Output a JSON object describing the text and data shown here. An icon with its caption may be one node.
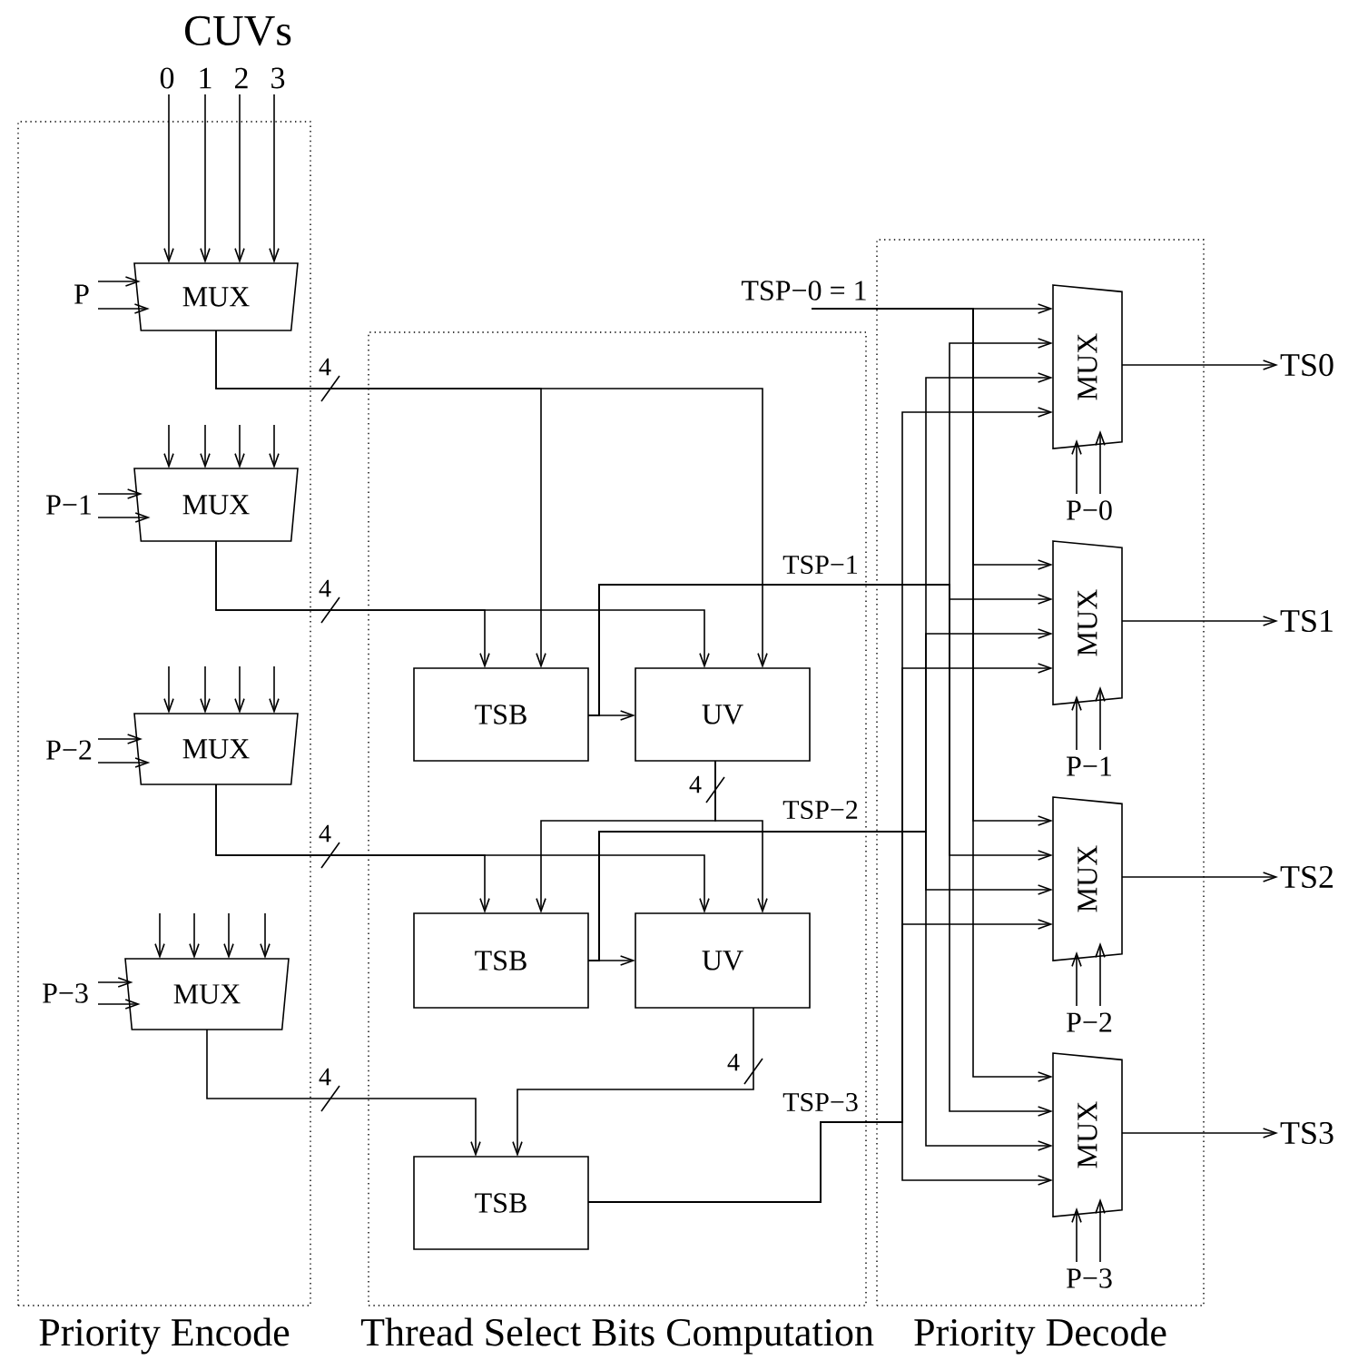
{
  "diagram": {
    "nodes": [
      {
        "text": [
          "Priority Encode"
        ]
      },
      {
        "text": [
          "Thread Select Bits Computation"
        ]
      },
      {
        "text": [
          "Priority Decode"
        ]
      },
      {
        "text": [
          "0"
        ]
      },
      {
        "text": [
          "1"
        ]
      },
      {
        "text": [
          "2"
        ]
      },
      {
        "text": [
          "3"
        ]
      },
      {
        "text": [
          "P"
        ],
        "in": 0
      },
      {
        "text": [
          "MUX"
        ],
        "in": 0
      },
      {
        "text": [
          "P−1"
        ],
        "in": 0
      },
      {
        "text": [
          "MUX"
        ],
        "in": 0
      },
      {
        "text": [
          "P−2"
        ],
        "in": 0
      },
      {
        "text": [
          "MUX"
        ],
        "in": 0
      },
      {
        "text": [
          "P−3"
        ],
        "in": 0
      },
      {
        "text": [
          "MUX"
        ],
        "in": 0
      },
      {
        "text": [
          "TSB"
        ],
        "in": 1
      },
      {
        "text": [
          "UV"
        ],
        "in": 1
      },
      {
        "text": [
          "TSB"
        ],
        "in": 1
      },
      {
        "text": [
          "UV"
        ],
        "in": 1
      },
      {
        "text": [
          "TSB"
        ],
        "in": 1
      },
      {
        "text": [
          "TSP−0 = 1"
        ]
      },
      {
        "text": [
          "MUX"
        ],
        "in": 2
      },
      {
        "text": [
          "P−0"
        ],
        "in": 2
      },
      {
        "text": [
          "MUX"
        ],
        "in": 2
      },
      {
        "text": [
          "P−1"
        ],
        "in": 2
      },
      {
        "text": [
          "MUX"
        ],
        "in": 2
      },
      {
        "text": [
          "P−2"
        ],
        "in": 2
      },
      {
        "text": [
          "MUX"
        ],
        "in": 2
      },
      {
        "text": [
          "P−3"
        ],
        "in": 2
      },
      {
        "text": [
          "TS0"
        ]
      },
      {
        "text": [
          "TS1"
        ]
      },
      {
        "text": [
          "TS2"
        ]
      },
      {
        "text": [
          "TS3"
        ]
      }
    ],
    "edges": [
      {
        "from": 3,
        "to": 8,
        "arrow": "to"
      },
      {
        "from": 4,
        "to": 8,
        "arrow": "to"
      },
      {
        "from": 5,
        "to": 8,
        "arrow": "to"
      },
      {
        "from": 6,
        "to": 8,
        "arrow": "to"
      },
      {
        "from": 7,
        "to": 8,
        "arrow": "to"
      },
      {
        "from": 7,
        "to": 8,
        "arrow": "to"
      },
      {
        "from": null,
        "to": 10,
        "arrow": "to"
      },
      {
        "from": null,
        "to": 10,
        "arrow": "to"
      },
      {
        "from": null,
        "to": 10,
        "arrow": "to"
      },
      {
        "from": null,
        "to": 10,
        "arrow": "to"
      },
      {
        "from": 9,
        "to": 10,
        "arrow": "to"
      },
      {
        "from": 9,
        "to": 10,
        "arrow": "to"
      },
      {
        "from": null,
        "to": 12,
        "arrow": "to"
      },
      {
        "from": null,
        "to": 12,
        "arrow": "to"
      },
      {
        "from": null,
        "to": 12,
        "arrow": "to"
      },
      {
        "from": null,
        "to": 12,
        "arrow": "to"
      },
      {
        "from": 11,
        "to": 12,
        "arrow": "to"
      },
      {
        "from": 11,
        "to": 12,
        "arrow": "to"
      },
      {
        "from": null,
        "to": 14,
        "arrow": "to"
      },
      {
        "from": null,
        "to": 14,
        "arrow": "to"
      },
      {
        "from": null,
        "to": 14,
        "arrow": "to"
      },
      {
        "from": null,
        "to": 14,
        "arrow": "to"
      },
      {
        "from": 13,
        "to": 14,
        "arrow": "to"
      },
      {
        "from": 13,
        "to": 14,
        "arrow": "to"
      },
      {
        "from": 8,
        "to": 15,
        "arrow": "to",
        "label": "4"
      },
      {
        "from": 8,
        "to": 16,
        "arrow": "to"
      },
      {
        "from": 10,
        "to": 15,
        "arrow": "to",
        "label": "4"
      },
      {
        "from": 10,
        "to": 16,
        "arrow": "to"
      },
      {
        "from": 15,
        "to": 16,
        "arrow": "to"
      },
      {
        "from": 15,
        "to": 21,
        "arrow": "to",
        "label": "TSP−1"
      },
      {
        "from": 15,
        "to": 23,
        "arrow": "to"
      },
      {
        "from": 15,
        "to": 25,
        "arrow": "to"
      },
      {
        "from": 15,
        "to": 27,
        "arrow": "to"
      },
      {
        "from": 16,
        "to": 17,
        "arrow": "to",
        "label": "4"
      },
      {
        "from": 16,
        "to": 18,
        "arrow": "to"
      },
      {
        "from": 12,
        "to": 17,
        "arrow": "to",
        "label": "4"
      },
      {
        "from": 12,
        "to": 18,
        "arrow": "to"
      },
      {
        "from": 17,
        "to": 18,
        "arrow": "to"
      },
      {
        "from": 17,
        "to": 21,
        "arrow": "to",
        "label": "TSP−2"
      },
      {
        "from": 17,
        "to": 23,
        "arrow": "to"
      },
      {
        "from": 17,
        "to": 25,
        "arrow": "to"
      },
      {
        "from": 17,
        "to": 27,
        "arrow": "to"
      },
      {
        "from": 18,
        "to": 19,
        "arrow": "to",
        "label": "4"
      },
      {
        "from": 14,
        "to": 19,
        "arrow": "to",
        "label": "4"
      },
      {
        "from": 19,
        "to": 21,
        "arrow": "to",
        "label": "TSP−3"
      },
      {
        "from": 19,
        "to": 23,
        "arrow": "to"
      },
      {
        "from": 19,
        "to": 25,
        "arrow": "to"
      },
      {
        "from": 19,
        "to": 27,
        "arrow": "to"
      },
      {
        "from": 20,
        "to": 21,
        "arrow": "to"
      },
      {
        "from": 20,
        "to": 23,
        "arrow": "to"
      },
      {
        "from": 20,
        "to": 25,
        "arrow": "to"
      },
      {
        "from": 20,
        "to": 27,
        "arrow": "to"
      },
      {
        "from": 21,
        "to": 29,
        "arrow": "to"
      },
      {
        "from": 23,
        "to": 30,
        "arrow": "to"
      },
      {
        "from": 25,
        "to": 31,
        "arrow": "to"
      },
      {
        "from": 27,
        "to": 32,
        "arrow": "to"
      },
      {
        "from": 22,
        "to": 21,
        "arrow": "to"
      },
      {
        "from": 22,
        "to": 21,
        "arrow": "to"
      },
      {
        "from": 24,
        "to": 23,
        "arrow": "to"
      },
      {
        "from": 24,
        "to": 23,
        "arrow": "to"
      },
      {
        "from": 26,
        "to": 25,
        "arrow": "to"
      },
      {
        "from": 26,
        "to": 25,
        "arrow": "to"
      },
      {
        "from": 28,
        "to": 27,
        "arrow": "to"
      },
      {
        "from": 28,
        "to": 27,
        "arrow": "to"
      }
    ],
    "labels": [
      "CUVs"
    ]
  }
}
